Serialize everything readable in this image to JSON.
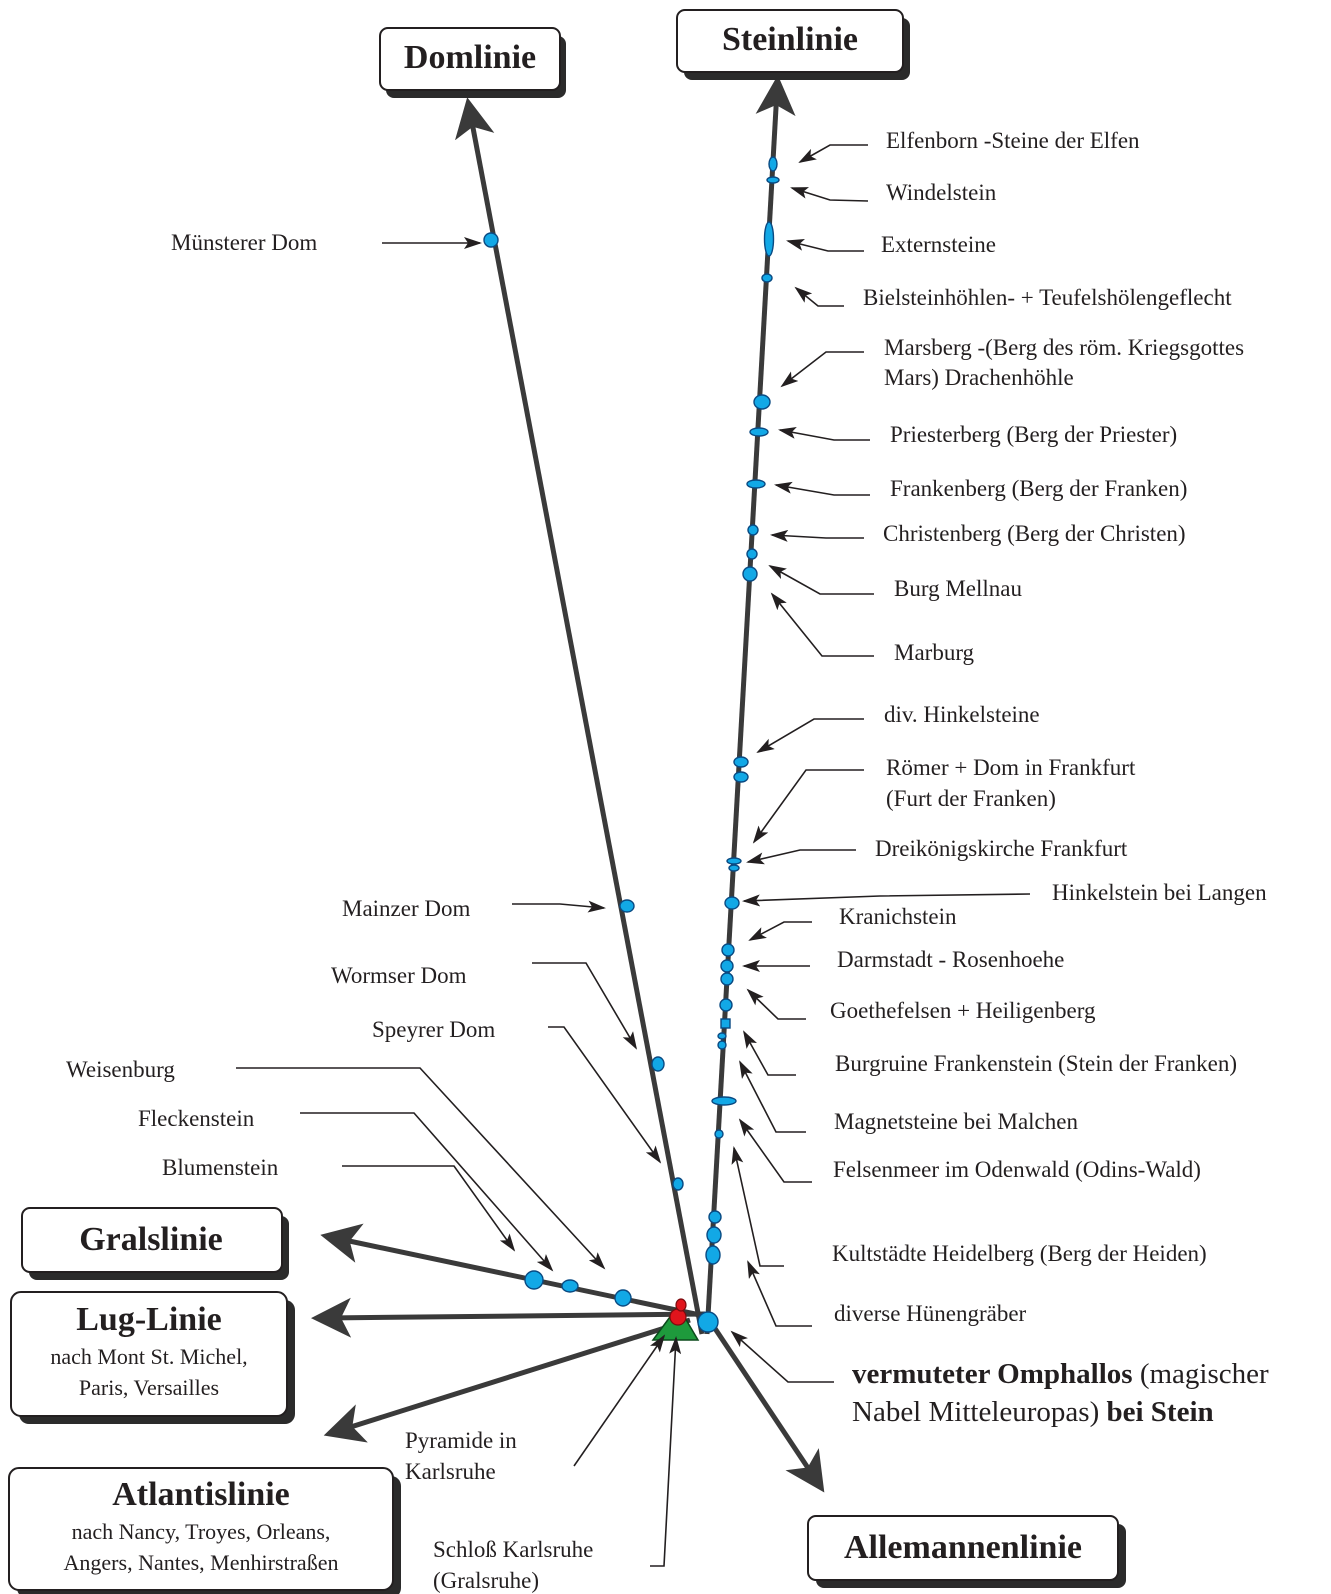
{
  "lines": {
    "domlinie": "Domlinie",
    "steinlinie": "Steinlinie",
    "gralslinie": "Gralslinie",
    "lug": {
      "title": "Lug-Linie",
      "sub1": "nach Mont St. Michel,",
      "sub2": "Paris, Versailles"
    },
    "atlantis": {
      "title": "Atlantislinie",
      "sub1": "nach Nancy, Troyes, Orleans,",
      "sub2": "Angers, Nantes, Menhirstraßen"
    },
    "allemannenlinie": "Allemannenlinie"
  },
  "stein_labels": [
    "Elfenborn -Steine der Elfen",
    "Windelstein",
    "Externsteine",
    "Bielsteinhöhlen- + Teufelshölengeflecht",
    "Marsberg -(Berg des röm. Kriegsgottes",
    "Mars)  Drachenhöhle",
    "Priesterberg (Berg der Priester)",
    "Frankenberg (Berg der Franken)",
    "Christenberg (Berg der Christen)",
    "Burg Mellnau",
    "Marburg",
    "div. Hinkelsteine",
    "Römer + Dom in Frankfurt",
    "(Furt der Franken)",
    "Dreikönigskirche Frankfurt",
    "Hinkelstein bei Langen",
    "Kranichstein",
    "Darmstadt - Rosenhoehe",
    "Goethefelsen + Heiligenberg",
    "Burgruine Frankenstein (Stein der Franken)",
    "Magnetsteine bei Malchen",
    "Felsenmeer im Odenwald (Odins-Wald)",
    "Kultstädte Heidelberg (Berg der Heiden)",
    "diverse Hünengräber"
  ],
  "dom_labels": [
    "Münsterer Dom",
    "Mainzer Dom",
    "Wormser Dom",
    "Speyrer Dom"
  ],
  "grals_labels": [
    "Weisenburg",
    "Fleckenstein",
    "Blumenstein"
  ],
  "bottom_labels": {
    "pyramide1": "Pyramide in",
    "pyramide2": "Karlsruhe",
    "schloss1": "Schloß Karlsruhe",
    "schloss2": "(Gralsruhe)"
  },
  "omphallos": {
    "bold1": "vermuteter Omphallos",
    "rest1": " (magischer",
    "rest2": "Nabel Mitteleuropas) ",
    "bold2": "bei Stein"
  },
  "colors": {
    "node": "#12a8e6",
    "line": "#3a3a3a",
    "pyramid": "#1e9a3c",
    "marker": "#e0141c"
  }
}
